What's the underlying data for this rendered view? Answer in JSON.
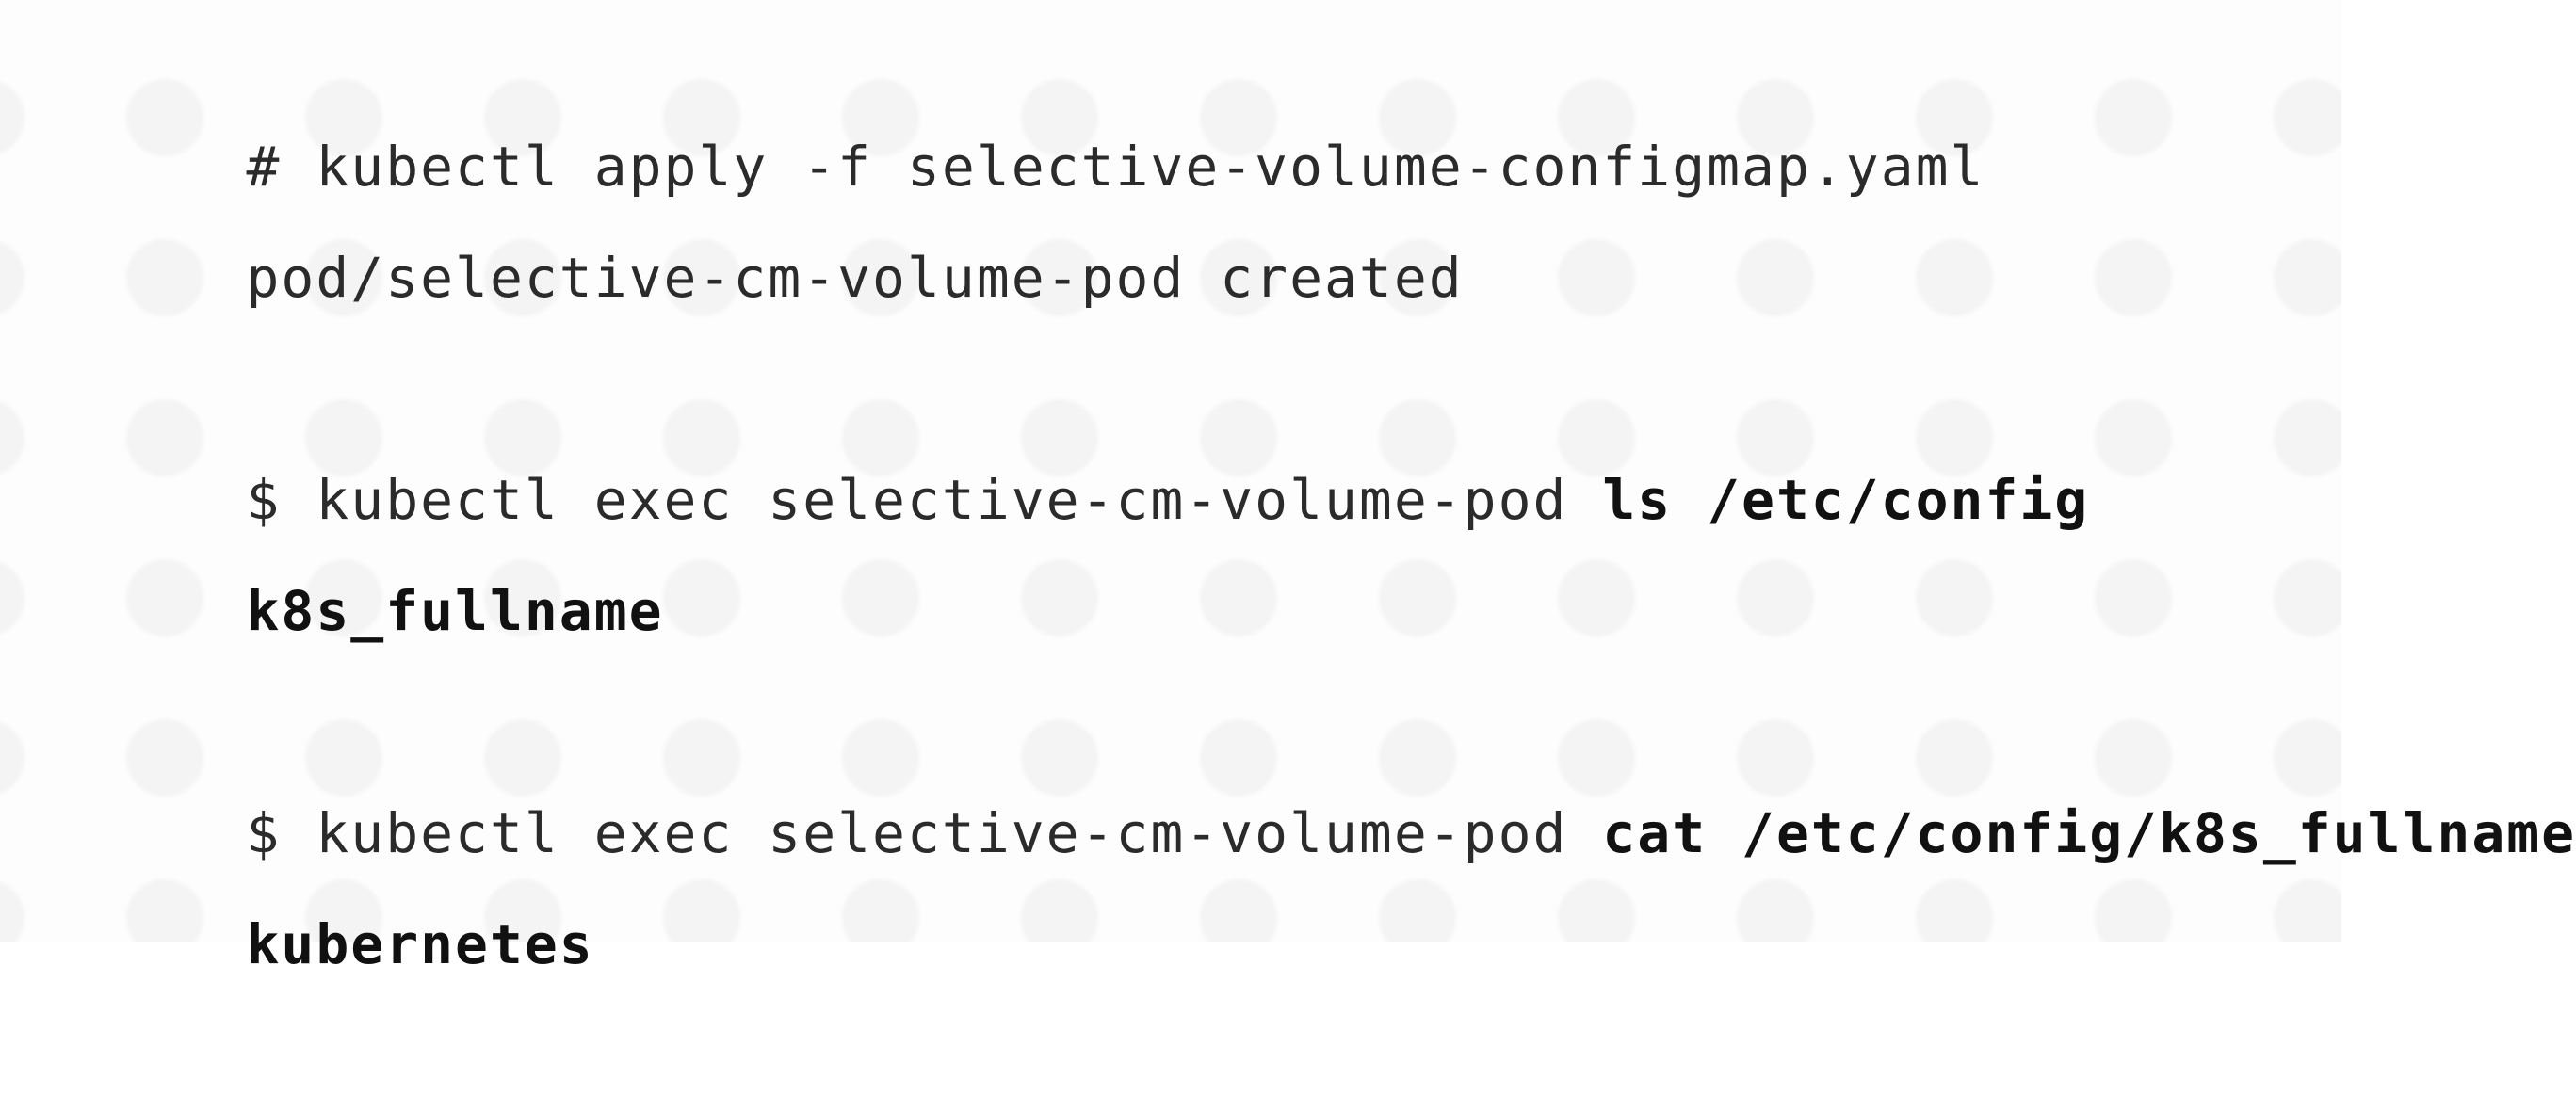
{
  "terminal": {
    "lines": [
      {
        "text": "# kubectl apply -f selective-volume-configmap.yaml"
      },
      {
        "text": "pod/selective-cm-volume-pod created"
      },
      {
        "prefix": "$ kubectl exec selective-cm-volume-pod ",
        "bold": "ls /etc/config"
      },
      {
        "bold": "k8s_fullname"
      },
      {
        "prefix": "$ kubectl exec selective-cm-volume-pod ",
        "bold": "cat /etc/config/k8s_fullname"
      },
      {
        "bold": "kubernetes"
      }
    ]
  }
}
